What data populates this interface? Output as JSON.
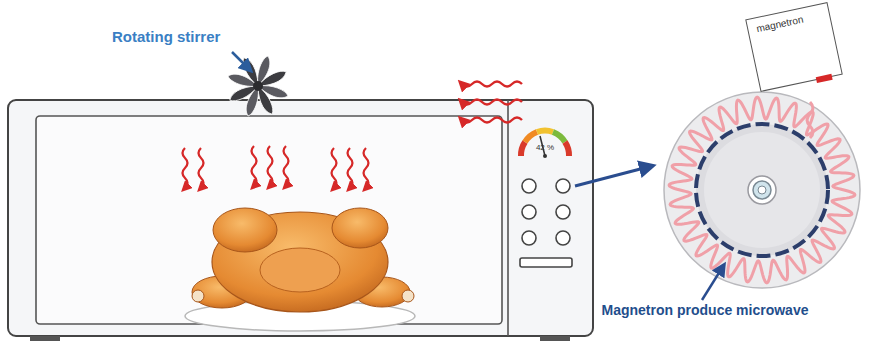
{
  "diagram": {
    "nodes": [
      {
        "text": [
          "magnetron"
        ]
      }
    ],
    "labels": [
      "Rotating stirrer",
      "42 %",
      "Magnetron produce microwave"
    ]
  }
}
